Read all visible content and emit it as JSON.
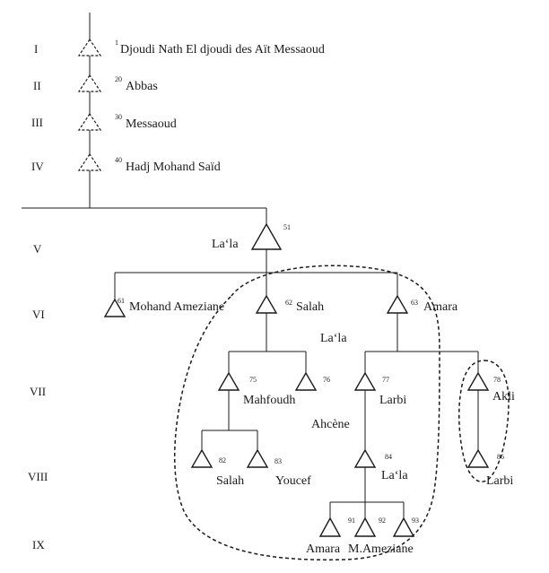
{
  "generations": [
    "I",
    "II",
    "III",
    "IV",
    "V",
    "VI",
    "VII",
    "VIII",
    "IX"
  ],
  "ancestors": [
    {
      "num": "1",
      "name": "Djoudi Nath El djoudi des Aït Messaoud"
    },
    {
      "num": "20",
      "name": "Abbas"
    },
    {
      "num": "30",
      "name": "Messaoud"
    },
    {
      "num": "40",
      "name": "Hadj Mohand Saïd"
    }
  ],
  "people": {
    "p51": {
      "num": "51",
      "name": "La‘la"
    },
    "p61": {
      "num": "61",
      "name": "Mohand Ameziane"
    },
    "p62": {
      "num": "62",
      "name": "Salah"
    },
    "p63": {
      "num": "63",
      "name": "Amara"
    },
    "p75": {
      "num": "75",
      "name": "Mahfoudh"
    },
    "p76": {
      "num": "76",
      "name": ""
    },
    "p77": {
      "num": "77",
      "name": "Larbi"
    },
    "p78": {
      "num": "78",
      "name": "Akli"
    },
    "p82": {
      "num": "82",
      "name": "Salah"
    },
    "p83": {
      "num": "83",
      "name": "Youcef"
    },
    "p84": {
      "num": "84",
      "name": "La‘la"
    },
    "p86": {
      "num": "86",
      "name": "Larbi"
    },
    "p91": {
      "num": "91",
      "name": "Amara"
    },
    "p92": {
      "num": "92",
      "name": "M.Ameziane"
    },
    "p93": {
      "num": "93",
      "name": ""
    }
  },
  "annotations": {
    "lala_note": "La‘la",
    "ahcene_note": "Ahcène"
  }
}
